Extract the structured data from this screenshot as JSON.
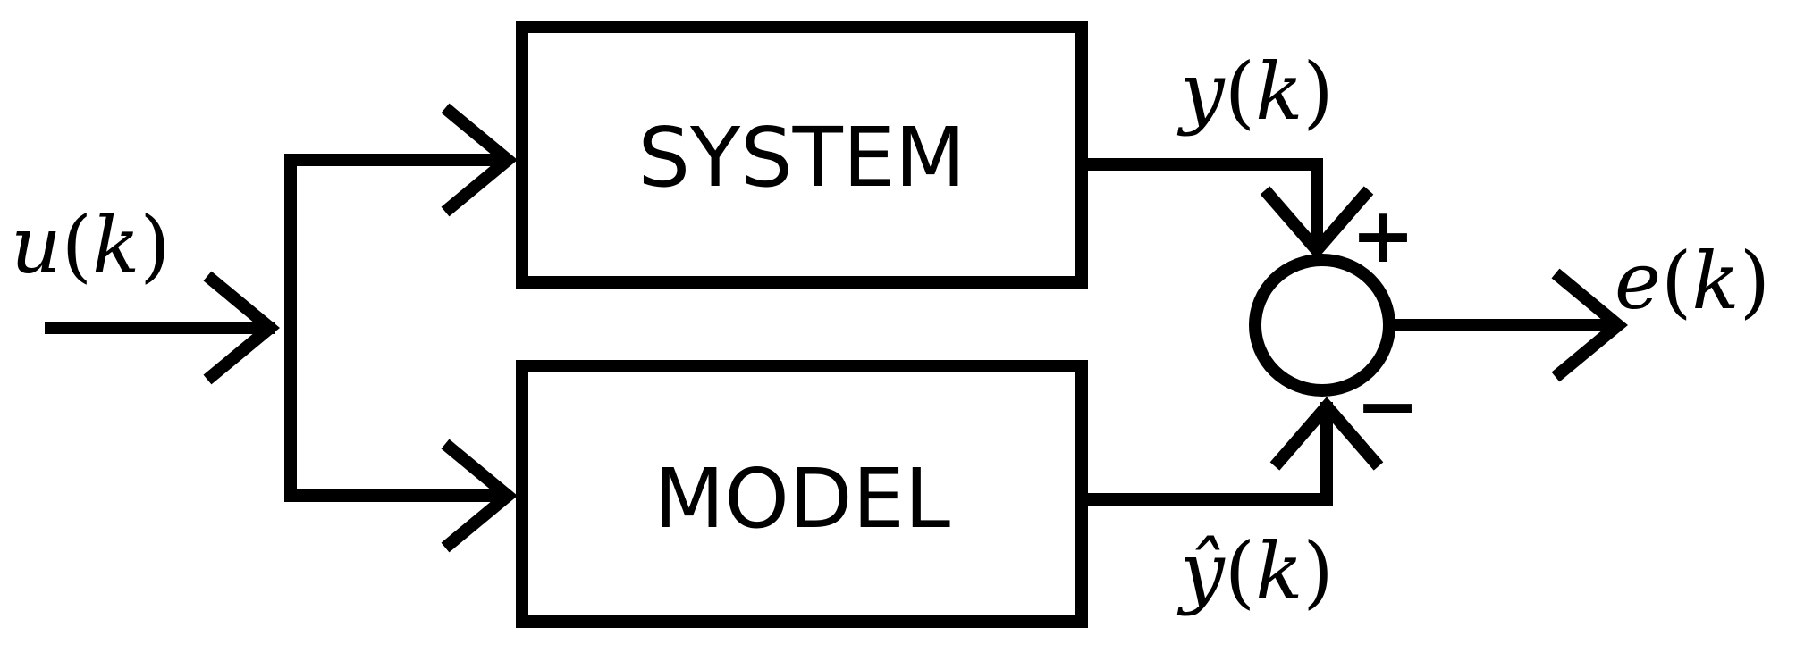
{
  "blocks": {
    "system": {
      "label": "SYSTEM"
    },
    "model": {
      "label": "MODEL"
    }
  },
  "signals": {
    "input": {
      "var": "u",
      "arg": "k"
    },
    "system_output": {
      "var": "y",
      "arg": "k"
    },
    "model_output": {
      "var": "ŷ",
      "arg": "k"
    },
    "error": {
      "var": "e",
      "arg": "k"
    }
  },
  "summing_junction": {
    "plus_sign": "+",
    "minus_sign": "−"
  }
}
